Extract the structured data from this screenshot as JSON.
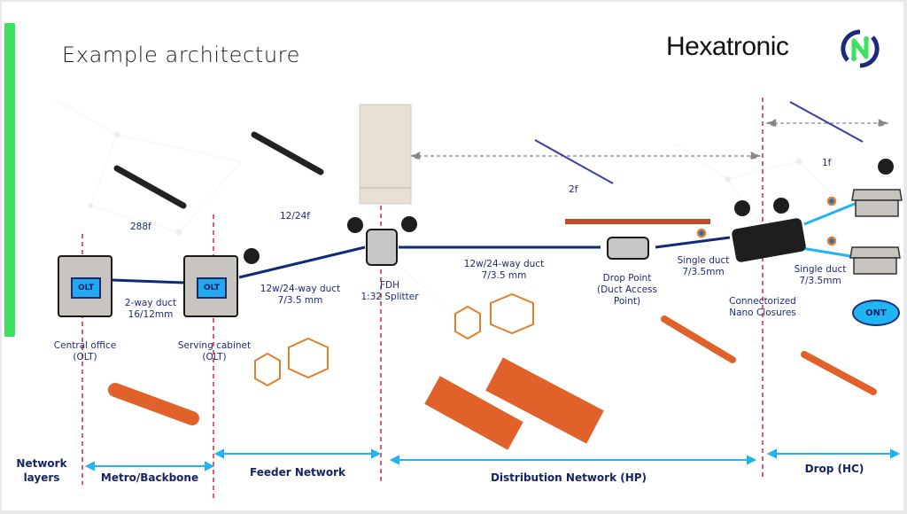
{
  "slide": {
    "title": "Example architecture",
    "brand": {
      "logo_text": "Hexatronic",
      "secondary_logo": "n-circle-logo",
      "accent_color": "#3ee060",
      "text_color": "#1d2a7a",
      "boundary_color": "#e0213a",
      "duct_color": "#0e2a7a",
      "drop_color": "#20b4f2"
    }
  },
  "nodes": {
    "central_office": {
      "label_line1": "Central office",
      "label_line2": "(OLT)",
      "screen": "OLT"
    },
    "serving_cabinet": {
      "label_line1": "Serving cabinet",
      "label_line2": "(OLT)",
      "screen": "OLT"
    },
    "fdh": {
      "label_line1": "FDH",
      "label_line2": "1:32 Splitter"
    },
    "drop_point": {
      "label_line1": "Drop Point",
      "label_line2": "(Duct Access",
      "label_line3": "Point)"
    },
    "nano_closures": {
      "label_line1": "Connectorized",
      "label_line2": "Nano Closures"
    },
    "ont": {
      "label": "ONT"
    }
  },
  "links": {
    "backbone_duct": {
      "line1": "2-way duct",
      "line2": "16/12mm"
    },
    "feeder_duct": {
      "line1": "12w/24-way duct",
      "line2": "7/3.5 mm"
    },
    "distribution_duct": {
      "line1": "12w/24-way duct",
      "line2": "7/3.5 mm"
    },
    "single_duct_in": {
      "line1": "Single duct",
      "line2": "7/3.5mm"
    },
    "single_duct_out": {
      "line1": "Single duct",
      "line2": "7/3.5mm"
    }
  },
  "cables": {
    "backbone": "288f",
    "feeder": "12/24f",
    "distribution": "2f",
    "drop": "1f"
  },
  "layers": {
    "heading_line1": "Network",
    "heading_line2": "layers",
    "items": [
      "Metro/Backbone",
      "Feeder Network",
      "Distribution Network (HP)",
      "Drop (HC)"
    ]
  }
}
